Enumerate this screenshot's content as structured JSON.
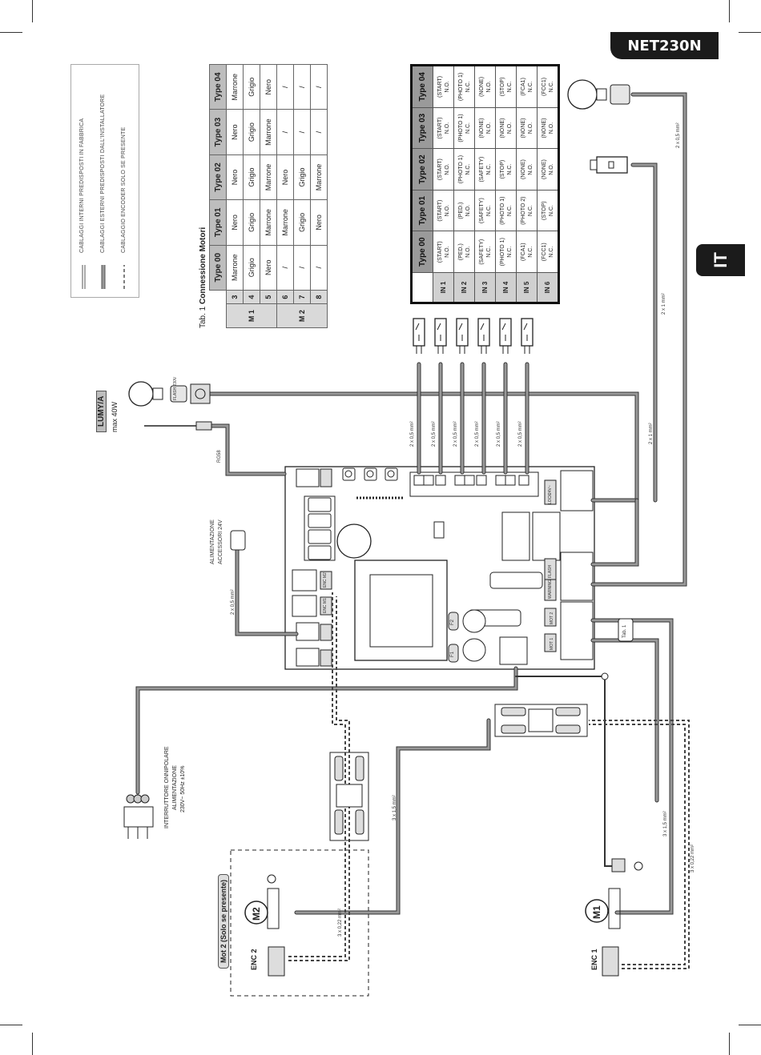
{
  "header": {
    "model": "NET230N",
    "language_tab": "IT"
  },
  "legend": [
    {
      "style": "thin-double",
      "label": "CABLAGGI INTERNI PREDISPOSTI IN FABBRICA"
    },
    {
      "style": "thick-grey",
      "label": "CABLAGGI ESTERNI PREDISPOSTI DALL'INSTALLATORE"
    },
    {
      "style": "dashed",
      "label": "CABLAGGIO ENCODER SOLO SE PRESENTE"
    }
  ],
  "motor_table": {
    "caption_prefix": "Tab. 1",
    "caption_title": "Connessione Motori",
    "headers": [
      "Type 00",
      "Type 01",
      "Type 02",
      "Type 03",
      "Type 04"
    ],
    "groups": [
      {
        "label": "M 1",
        "rows": [
          {
            "n": "3",
            "vals": [
              "Marrone",
              "Nero",
              "Nero",
              "Nero",
              "Marrone"
            ]
          },
          {
            "n": "4",
            "vals": [
              "Grigio",
              "Grigio",
              "Grigio",
              "Grigio",
              "Grigio"
            ]
          },
          {
            "n": "5",
            "vals": [
              "Nero",
              "Marrone",
              "Marrone",
              "Marrone",
              "Nero"
            ]
          }
        ]
      },
      {
        "label": "M 2",
        "rows": [
          {
            "n": "6",
            "vals": [
              "/",
              "Marrone",
              "Nero",
              "/",
              "/"
            ]
          },
          {
            "n": "7",
            "vals": [
              "/",
              "Grigio",
              "Grigio",
              "/",
              "/"
            ]
          },
          {
            "n": "8",
            "vals": [
              "/",
              "Nero",
              "Marrone",
              "/",
              "/"
            ]
          }
        ]
      }
    ]
  },
  "input_table": {
    "headers": [
      "Type 00",
      "Type 01",
      "Type 02",
      "Type 03",
      "Type 04"
    ],
    "rows": [
      {
        "in": "IN 1",
        "vals": [
          [
            "(START)",
            "N.O."
          ],
          [
            "(START)",
            "N.O."
          ],
          [
            "(START)",
            "N.O."
          ],
          [
            "(START)",
            "N.O."
          ],
          [
            "(START)",
            "N.O."
          ]
        ]
      },
      {
        "in": "IN 2",
        "vals": [
          [
            "(PED.)",
            "N.O."
          ],
          [
            "(PED.)",
            "N.O."
          ],
          [
            "(PHOTO 1)",
            "N.C."
          ],
          [
            "(PHOTO 1)",
            "N.C."
          ],
          [
            "(PHOTO 1)",
            "N.C."
          ]
        ]
      },
      {
        "in": "IN 3",
        "vals": [
          [
            "(SAFETY)",
            "N.C."
          ],
          [
            "(SAFETY)",
            "N.C."
          ],
          [
            "(SAFETY)",
            "N.C."
          ],
          [
            "(NONE)",
            "N.O."
          ],
          [
            "(NONE)",
            "N.O."
          ]
        ]
      },
      {
        "in": "IN 4",
        "vals": [
          [
            "(PHOTO 1)",
            "N.C."
          ],
          [
            "(PHOTO 1)",
            "N.C."
          ],
          [
            "(STOP)",
            "N.C."
          ],
          [
            "(NONE)",
            "N.O."
          ],
          [
            "(STOP)",
            "N.C."
          ]
        ]
      },
      {
        "in": "IN 5",
        "vals": [
          [
            "(FCA1)",
            "N.C."
          ],
          [
            "(PHOTO 2)",
            "N.C."
          ],
          [
            "(NONE)",
            "N.O."
          ],
          [
            "(NONE)",
            "N.O."
          ],
          [
            "(FCA1)",
            "N.C."
          ]
        ]
      },
      {
        "in": "IN 6",
        "vals": [
          [
            "(FCC1)",
            "N.C."
          ],
          [
            "(STOP)",
            "N.C."
          ],
          [
            "(NONE)",
            "N.O."
          ],
          [
            "(NONE)",
            "N.O."
          ],
          [
            "(FCC1)",
            "N.C."
          ]
        ]
      }
    ]
  },
  "labels": {
    "lumya_name": "LUMY/A",
    "lumya_power": "max 40W",
    "rg58": "RG58",
    "flash": "FLASH 230V",
    "accessori_1": "ALIMENTAZIONE",
    "accessori_2": "ACCESSORI 24V",
    "wire_05": "2 x 0,5 mm²",
    "wire_1": "2 x 1 mm²",
    "wire_05b": "2 x 0,5 mm²",
    "wire_15": "3 x 1,5 mm²",
    "wire_15b": "3 x 1,5 mm²",
    "wire_022": "3 x 0,22 mm²",
    "wire_022b": "3 x 0,22 mm²",
    "interruttore_1": "INTERRUTTORE ONNIPOLARE",
    "interruttore_2": "ALIMENTAZIONE",
    "interruttore_3": "230V~ 50Hz ±10%",
    "mot2": "Mot 2 (Solo se presente)",
    "m1": "M1",
    "m2": "M2",
    "enc1": "ENC 1",
    "enc2": "ENC 2",
    "tab1": "Tab. 1",
    "f1": "F1",
    "f2": "F2",
    "mot1": "MOT 1",
    "mot2b": "MOT 2",
    "enc_m1": "ENC M1",
    "enc_m2": "ENC M2",
    "lock": "LOCK",
    "warning": "WARNING",
    "flash_board": "FLASH",
    "vac": "24V~"
  },
  "colors": {
    "dark": "#1b1b1b",
    "wire": "#8c8c8c",
    "header_grey": "#bdbdbd"
  }
}
